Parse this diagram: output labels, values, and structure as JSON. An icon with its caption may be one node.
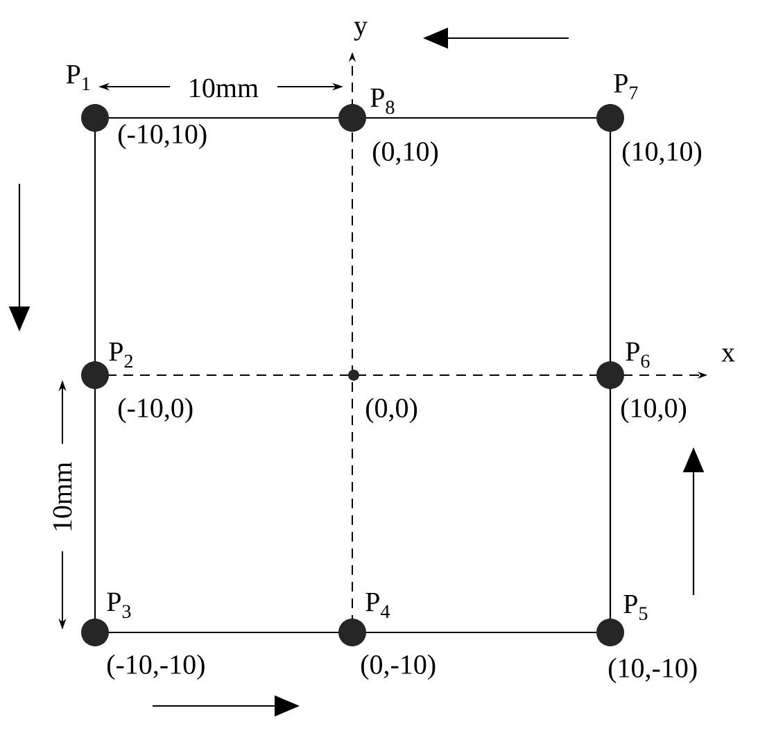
{
  "diagram": {
    "nodes": [
      {
        "text": [
          "P$_{1}$",
          "(-10,10)"
        ]
      },
      {
        "text": [
          "P$_{8}$",
          "(0,10)"
        ]
      },
      {
        "text": [
          "P$_{7}$",
          "(10,10)"
        ]
      },
      {
        "text": [
          "P$_{2}$",
          "(-10,0)"
        ]
      },
      {
        "text": [
          "(0,0)"
        ]
      },
      {
        "text": [
          "P$_{6}$",
          "(10,0)"
        ]
      },
      {
        "text": [
          "P$_{3}$",
          "(-10,-10)"
        ]
      },
      {
        "text": [
          "P$_{4}$",
          "(0,-10)"
        ]
      },
      {
        "text": [
          "P$_{5}$",
          "(10,-10)"
        ]
      }
    ],
    "edges": [
      {
        "from": 0,
        "to": 1,
        "arrow": "none"
      },
      {
        "from": 1,
        "to": 2,
        "arrow": "none"
      },
      {
        "from": 2,
        "to": 5,
        "arrow": "none"
      },
      {
        "from": 5,
        "to": 8,
        "arrow": "none"
      },
      {
        "from": 8,
        "to": 7,
        "arrow": "none"
      },
      {
        "from": 7,
        "to": 6,
        "arrow": "none"
      },
      {
        "from": 6,
        "to": 3,
        "arrow": "none"
      },
      {
        "from": 3,
        "to": 0,
        "arrow": "none"
      }
    ],
    "labels": [
      "y",
      "10mm",
      "x",
      "10mm"
    ]
  }
}
